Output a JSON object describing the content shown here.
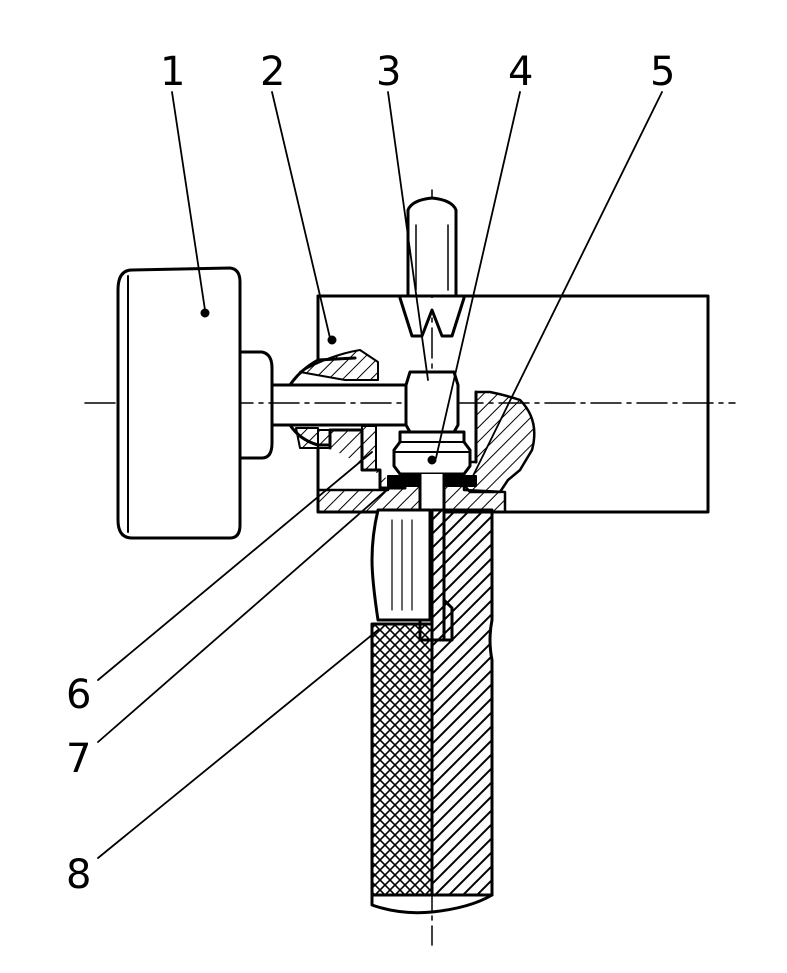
{
  "figure": {
    "callouts": [
      {
        "id": "1",
        "label": "1"
      },
      {
        "id": "2",
        "label": "2"
      },
      {
        "id": "3",
        "label": "3"
      },
      {
        "id": "4",
        "label": "4"
      },
      {
        "id": "5",
        "label": "5"
      },
      {
        "id": "6",
        "label": "6"
      },
      {
        "id": "7",
        "label": "7"
      },
      {
        "id": "8",
        "label": "8"
      }
    ],
    "colors": {
      "ink": "#000000",
      "paper": "#ffffff"
    }
  }
}
